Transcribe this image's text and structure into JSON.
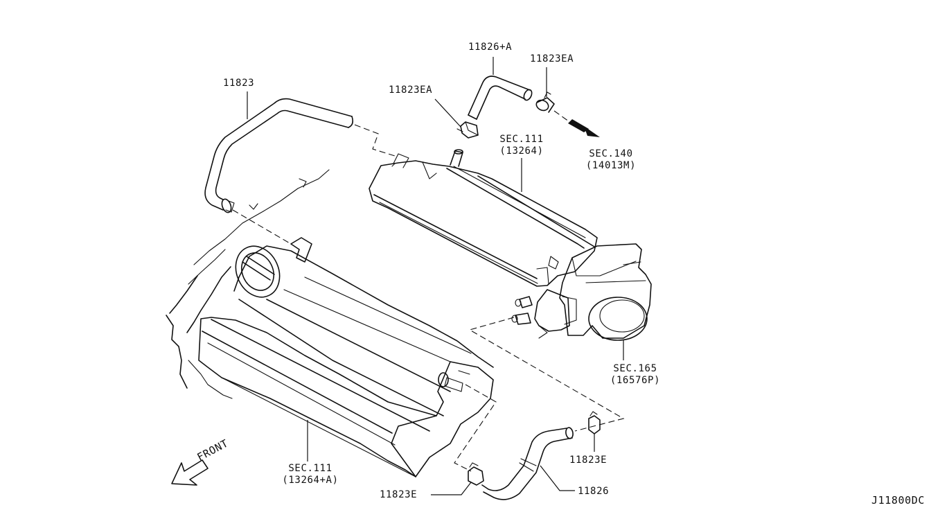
{
  "diagram_code": "J11800DC",
  "front_label": "FRONT",
  "labels": {
    "hose_11823": "11823",
    "hose_11826A": "11826+A",
    "clamp_11823EA_right": "11823EA",
    "clamp_11823EA_left": "11823EA",
    "sec111_rear": [
      "SEC.111",
      "(13264)"
    ],
    "sec140": [
      "SEC.140",
      "(14013M)"
    ],
    "sec165": [
      "SEC.165",
      "(16576P)"
    ],
    "sec111_front": [
      "SEC.111",
      "(13264+A)"
    ],
    "clamp_11823E_right": "11823E",
    "clamp_11823E_left": "11823E",
    "hose_11826": "11826"
  }
}
